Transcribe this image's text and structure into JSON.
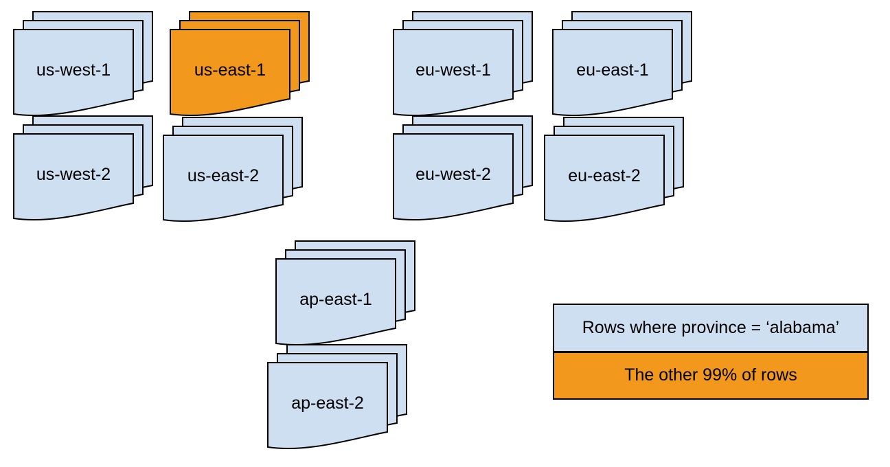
{
  "colors": {
    "doc-blue": "#cfdff2",
    "doc-orange": "#f2981d",
    "doc-stroke": "#000000"
  },
  "stacks": [
    {
      "label": "us-west-1",
      "fill": "blue",
      "sheet_count": 3
    },
    {
      "label": "us-east-1",
      "fill": "orange",
      "sheet_count": 3
    },
    {
      "label": "eu-west-1",
      "fill": "blue",
      "sheet_count": 3
    },
    {
      "label": "eu-east-1",
      "fill": "blue",
      "sheet_count": 3
    },
    {
      "label": "us-west-2",
      "fill": "blue",
      "sheet_count": 3
    },
    {
      "label": "us-east-2",
      "fill": "blue",
      "sheet_count": 3
    },
    {
      "label": "eu-west-2",
      "fill": "blue",
      "sheet_count": 3
    },
    {
      "label": "eu-east-2",
      "fill": "blue",
      "sheet_count": 3
    },
    {
      "label": "ap-east-1",
      "fill": "blue",
      "sheet_count": 3
    },
    {
      "label": "ap-east-2",
      "fill": "blue",
      "sheet_count": 3
    }
  ],
  "legend": {
    "items": [
      {
        "label": "Rows where province = ‘alabama’",
        "color": "blue"
      },
      {
        "label": "The other 99% of rows",
        "color": "orange"
      }
    ]
  }
}
